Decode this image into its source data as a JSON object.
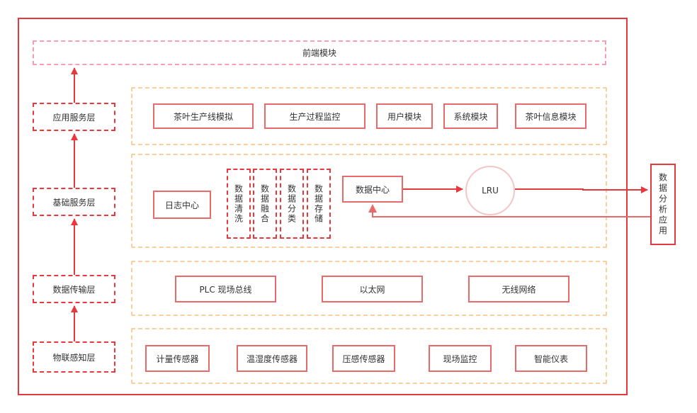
{
  "frontend": "前端模块",
  "layers": {
    "application": "应用服务层",
    "foundation": "基础服务层",
    "transmission": "数据传输层",
    "perception": "物联感知层"
  },
  "app_modules": [
    "茶叶生产线模拟",
    "生产过程监控",
    "用户模块",
    "系统模块",
    "茶叶信息模块"
  ],
  "foundation": {
    "log_center": "日志中心",
    "processing": [
      "数据清洗",
      "数据融合",
      "数据分类",
      "数据存储"
    ],
    "data_center": "数据中心",
    "lru": "LRU"
  },
  "analytics_app": "数据分析应用",
  "transport": [
    "PLC 现场总线",
    "以太网",
    "无线网络"
  ],
  "sensors": [
    "计量传感器",
    "温湿度传感器",
    "压感传感器",
    "现场监控",
    "智能仪表"
  ],
  "colors": {
    "primary_red": "#e8383d",
    "light_red": "#e86a6a",
    "orange_dash": "#f9cf9c",
    "pink_dash": "#f4a0b0"
  }
}
